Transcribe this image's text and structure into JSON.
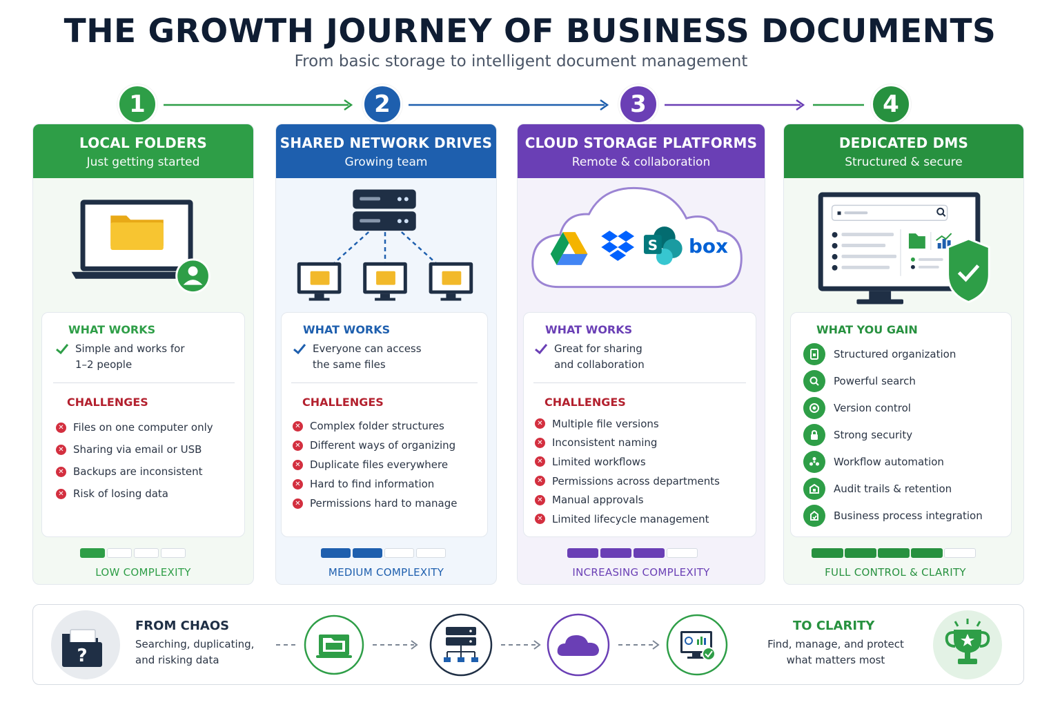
{
  "header": {
    "title": "THE GROWTH JOURNEY OF BUSINESS DOCUMENTS",
    "subtitle": "From basic storage to intelligent document management"
  },
  "colors": {
    "green": "#2e9e47",
    "blue": "#1e5fae",
    "purple": "#6a3fb5",
    "dark_green": "#27913f",
    "red": "#d32f3f",
    "navy": "#1f2f45"
  },
  "stages": [
    {
      "number": "1",
      "title": "LOCAL FOLDERS",
      "subtitle": "Just getting started",
      "works_label": "WHAT WORKS",
      "works_line1": "Simple and works for",
      "works_line2": "1–2 people",
      "challenges_label": "CHALLENGES",
      "challenges": [
        "Files on one computer only",
        "Sharing via email or USB",
        "Backups are inconsistent",
        "Risk of losing data"
      ],
      "complexity_label": "LOW COMPLEXITY",
      "complexity_level": 0.25
    },
    {
      "number": "2",
      "title": "SHARED NETWORK DRIVES",
      "subtitle": "Growing team",
      "works_label": "WHAT WORKS",
      "works_line1": "Everyone can access",
      "works_line2": "the same files",
      "challenges_label": "CHALLENGES",
      "challenges": [
        "Complex folder structures",
        "Different ways of organizing",
        "Duplicate files everywhere",
        "Hard to find information",
        "Permissions hard to manage"
      ],
      "complexity_label": "MEDIUM COMPLEXITY",
      "complexity_level": 0.5
    },
    {
      "number": "3",
      "title": "CLOUD STORAGE PLATFORMS",
      "subtitle": "Remote & collaboration",
      "works_label": "WHAT WORKS",
      "works_line1": "Great for sharing",
      "works_line2": "and collaboration",
      "challenges_label": "CHALLENGES",
      "challenges": [
        "Multiple file versions",
        "Inconsistent naming",
        "Limited workflows",
        "Permissions across departments",
        "Manual approvals",
        "Limited lifecycle management"
      ],
      "complexity_label": "INCREASING COMPLEXITY",
      "complexity_level": 0.75,
      "cloud_logo_text": "box"
    },
    {
      "number": "4",
      "title": "DEDICATED DMS",
      "subtitle": "Structured & secure",
      "gain_label": "WHAT YOU GAIN",
      "gains": [
        "Structured organization",
        "Powerful search",
        "Version control",
        "Strong security",
        "Workflow automation",
        "Audit trails & retention",
        "Business process integration"
      ],
      "complexity_label": "FULL CONTROL & CLARITY",
      "complexity_level": 0.8
    }
  ],
  "bottom": {
    "from_title": "FROM CHAOS",
    "from_line1": "Searching, duplicating,",
    "from_line2": "and risking data",
    "to_title": "TO CLARITY",
    "to_line1": "Find, manage, and protect",
    "to_line2": "what matters most",
    "question_mark": "?"
  }
}
